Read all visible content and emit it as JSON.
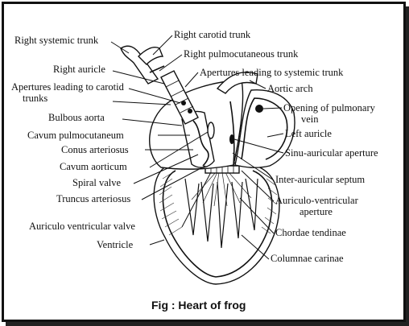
{
  "labels": {
    "right_systemic_trunk": "Right systemic trunk",
    "right_carotid_trunk": "Right carotid trunk",
    "right_pulmocutaneous_trunk": "Right pulmocutaneous trunk",
    "right_auricle": "Right auricle",
    "apertures_systemic": "Apertures leading to systemic trunk",
    "apertures_carotid_1": "Apertures leading to carotid",
    "apertures_carotid_2": "trunks",
    "aortic_arch": "Aortic arch",
    "bulbous_aorta": "Bulbous aorta",
    "opening_pulmonary_1": "Opening of pulmonary",
    "opening_pulmonary_2": "vein",
    "cavum_pulmocutaneum": "Cavum pulmocutaneum",
    "left_auricle": "Left auricle",
    "conus_arteriosus": "Conus arteriosus",
    "sinu_auricular": "Sinu-auricular aperture",
    "cavum_aorticum": "Cavum aorticum",
    "inter_auricular": "Inter-auricular septum",
    "spiral_valve": "Spiral valve",
    "truncus_arteriosus": "Truncus arteriosus",
    "av_aperture_1": "Auriculo-ventricular",
    "av_aperture_2": "aperture",
    "auriculo_ventricular_valve": "Auriculo ventricular valve",
    "chordae_tendinae": "Chordae tendinae",
    "ventricle": "Ventricle",
    "columnae_carinae": "Columnae carinae"
  },
  "caption": "Fig : Heart of frog"
}
